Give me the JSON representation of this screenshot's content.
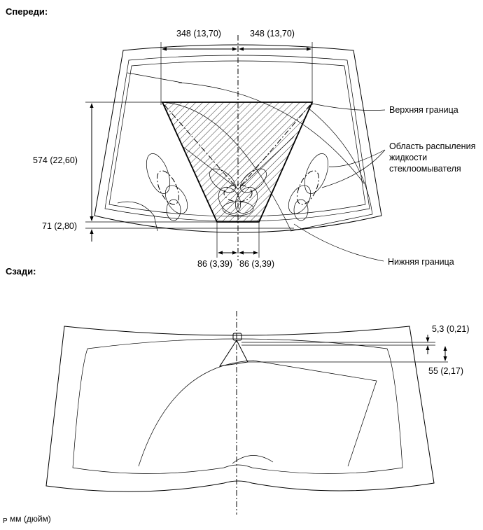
{
  "front": {
    "title": "Спереди:",
    "dim_top_left": "348 (13,70)",
    "dim_top_right": "348 (13,70)",
    "dim_height": "574 (22,60)",
    "dim_bottom_offset": "71 (2,80)",
    "dim_bottom_left": "86 (3,39)",
    "dim_bottom_right": "86 (3,39)",
    "label_upper": "Верхняя граница",
    "label_area_lines": [
      "Область распыления",
      "жидкости",
      "стеклоомывателя"
    ],
    "label_lower": "Нижняя граница"
  },
  "rear": {
    "title": "Сзади:",
    "dim_top": "5,3 (0,21)",
    "dim_side": "55 (2,17)"
  },
  "units": {
    "prefix": "P",
    "label": "мм (дюйм)"
  }
}
